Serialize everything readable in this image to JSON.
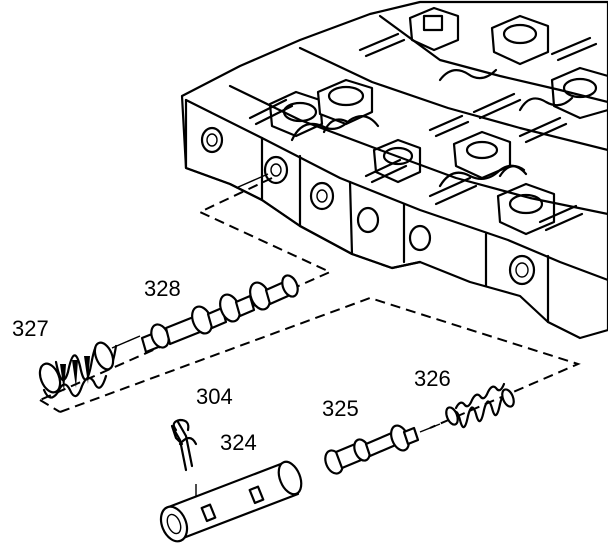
{
  "callouts": {
    "spring_327": "327",
    "valve_328": "328",
    "retainer_pin_304": "304",
    "sleeve_324": "324",
    "valve_325": "325",
    "spring_326": "326"
  }
}
